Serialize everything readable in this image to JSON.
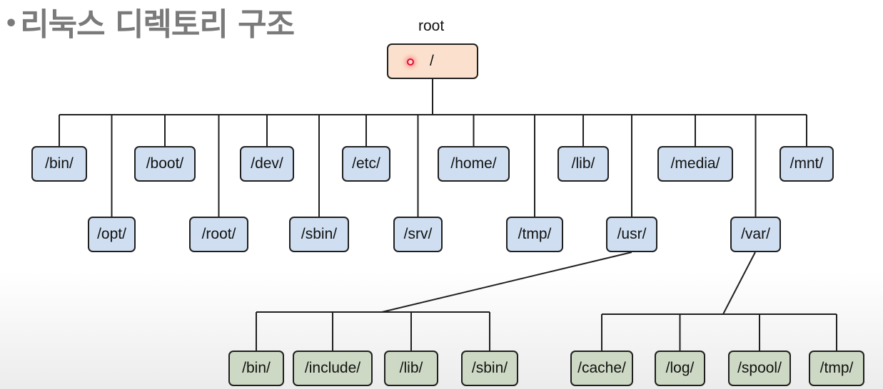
{
  "title": {
    "bullet": "•",
    "text": "리눅스 디렉토리 구조"
  },
  "root": {
    "caption": "root",
    "label": "/",
    "pointer_icon": "laser-pointer-dot"
  },
  "colors": {
    "root_fill": "#fbe1cd",
    "level1_fill": "#cfdff1",
    "level2_fill": "#cdd9c4",
    "border": "#1f1f1f",
    "title": "#7a7a7a",
    "pointer": "#e0102a"
  },
  "level1": [
    {
      "id": "bin",
      "label": "/bin/",
      "row": "upper"
    },
    {
      "id": "opt",
      "label": "/opt/",
      "row": "lower"
    },
    {
      "id": "boot",
      "label": "/boot/",
      "row": "upper"
    },
    {
      "id": "root",
      "label": "/root/",
      "row": "lower"
    },
    {
      "id": "dev",
      "label": "/dev/",
      "row": "upper"
    },
    {
      "id": "sbin",
      "label": "/sbin/",
      "row": "lower"
    },
    {
      "id": "etc",
      "label": "/etc/",
      "row": "upper"
    },
    {
      "id": "srv",
      "label": "/srv/",
      "row": "lower"
    },
    {
      "id": "home",
      "label": "/home/",
      "row": "upper"
    },
    {
      "id": "tmp",
      "label": "/tmp/",
      "row": "lower"
    },
    {
      "id": "lib",
      "label": "/lib/",
      "row": "upper"
    },
    {
      "id": "usr",
      "label": "/usr/",
      "row": "lower"
    },
    {
      "id": "media",
      "label": "/media/",
      "row": "upper"
    },
    {
      "id": "var",
      "label": "/var/",
      "row": "lower"
    },
    {
      "id": "mnt",
      "label": "/mnt/",
      "row": "upper"
    }
  ],
  "usr_children": [
    {
      "id": "usr-bin",
      "label": "/bin/"
    },
    {
      "id": "usr-include",
      "label": "/include/"
    },
    {
      "id": "usr-lib",
      "label": "/lib/"
    },
    {
      "id": "usr-sbin",
      "label": "/sbin/"
    }
  ],
  "var_children": [
    {
      "id": "var-cache",
      "label": "/cache/"
    },
    {
      "id": "var-log",
      "label": "/log/"
    },
    {
      "id": "var-spool",
      "label": "/spool/"
    },
    {
      "id": "var-tmp",
      "label": "/tmp/"
    }
  ]
}
